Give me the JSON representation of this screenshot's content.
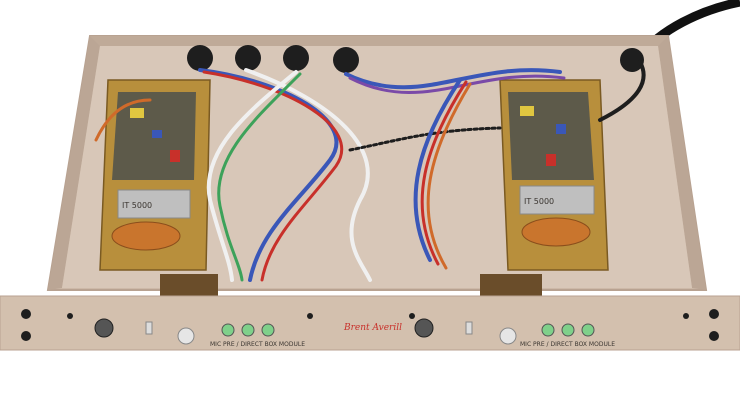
{
  "image": {
    "subject": "rack-mount preamp chassis, top cover removed",
    "colors": {
      "background": "#ffffff",
      "chassis": "#cdb9a8",
      "chassis_edge": "#b8a291",
      "chassis_floor": "#d8c7b8",
      "front_panel": "#d3c0ae",
      "circuit_board": "#5d5a4a",
      "brass_bracket": "#b88f3c",
      "transformer_copper": "#c9752d",
      "wire_blue": "#3a57b8",
      "wire_red": "#c8302a",
      "wire_white": "#f0f0f0",
      "wire_green": "#3da25a",
      "wire_orange": "#d06a2a",
      "wire_purple": "#7a4aa8",
      "black_connector": "#1e1e1e",
      "led_green": "#7fd08a"
    }
  },
  "transformer_labels": {
    "left_top": "IT 5000",
    "right_top": "IT 5000"
  },
  "panel": {
    "left_module_text": "MIC PRE / DIRECT BOX MODULE",
    "right_module_text": "MIC PRE / DIRECT BOX MODULE",
    "center_logo": "Brent Averill"
  }
}
